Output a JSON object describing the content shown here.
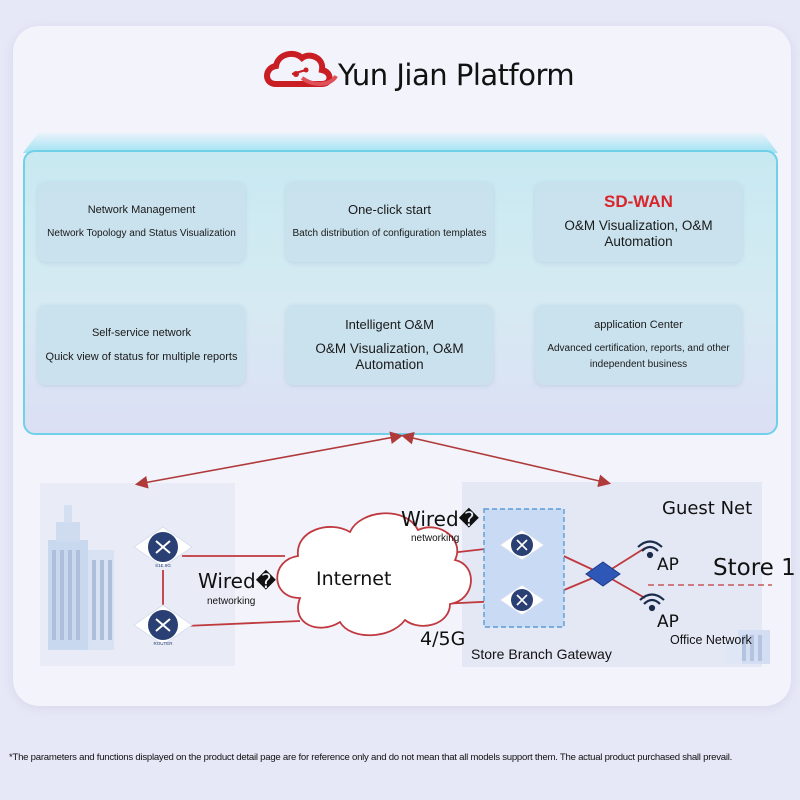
{
  "header": {
    "title": "Yun Jian Platform",
    "logo_icon": "red-cloud-logo-icon"
  },
  "features": [
    {
      "title": "Network Management",
      "description": "Network Topology and Status Visualization"
    },
    {
      "title": "One-click start",
      "description": "Batch distribution of configuration templates"
    },
    {
      "title": "SD-WAN",
      "description": "O&M Visualization, O&M Automation"
    },
    {
      "title": "Self-service network",
      "description": "Quick view of status for multiple reports"
    },
    {
      "title": "Intelligent O&M",
      "description": "O&M Visualization, O&M Automation"
    },
    {
      "title": "application Center",
      "description": "Advanced certification, reports, and other independent business"
    }
  ],
  "topology": {
    "left_wired": "Wired�",
    "left_wired_sub": "networking",
    "top_wired": "Wired�",
    "top_wired_sub": "networking",
    "internet": "Internet",
    "cellular": "4/5G",
    "gateway": "Store Branch Gateway",
    "guest": "Guest Net",
    "ap1": "AP",
    "ap2": "AP",
    "store": "Store 1",
    "office": "Office Network",
    "router_top_label": "S1E 8G",
    "router_bottom_label": "ROUTER"
  },
  "footnote": "*The parameters and functions displayed on the product detail page are for reference only and do not mean that all models support them. The actual product purchased shall prevail.",
  "colors": {
    "accent_red": "#d9252b",
    "panel_border": "#6fd0e8",
    "link_line": "#c0393f",
    "arrow": "#b03a3a"
  }
}
